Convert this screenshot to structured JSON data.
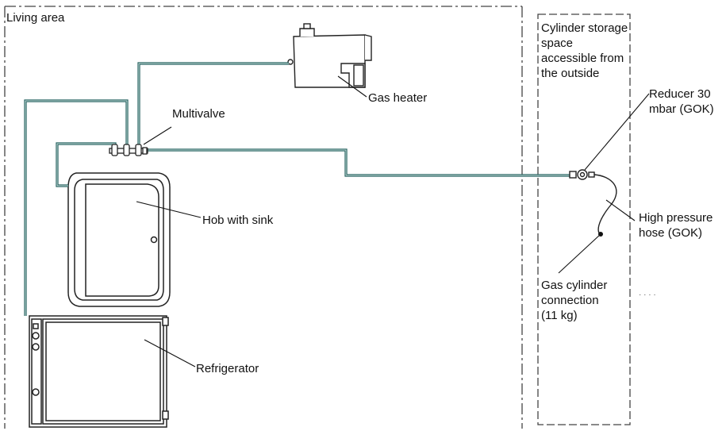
{
  "labels": {
    "living_area": "Living area",
    "gas_heater": "Gas heater",
    "multivalve": "Multivalve",
    "hob_with_sink": "Hob with sink",
    "refrigerator": "Refrigerator",
    "cylinder_storage": "Cylinder storage space accessible from the outside",
    "reducer": "Reducer 30 mbar (GOK)",
    "high_pressure_hose": "High pressure hose (GOK)",
    "gas_cylinder_connection": "Gas cylinder connection (11 kg)",
    "truncated_text": "· · · ·"
  },
  "colors": {
    "pipe": "#1e5c5a",
    "outline": "#222222",
    "boundary": "#444444"
  }
}
